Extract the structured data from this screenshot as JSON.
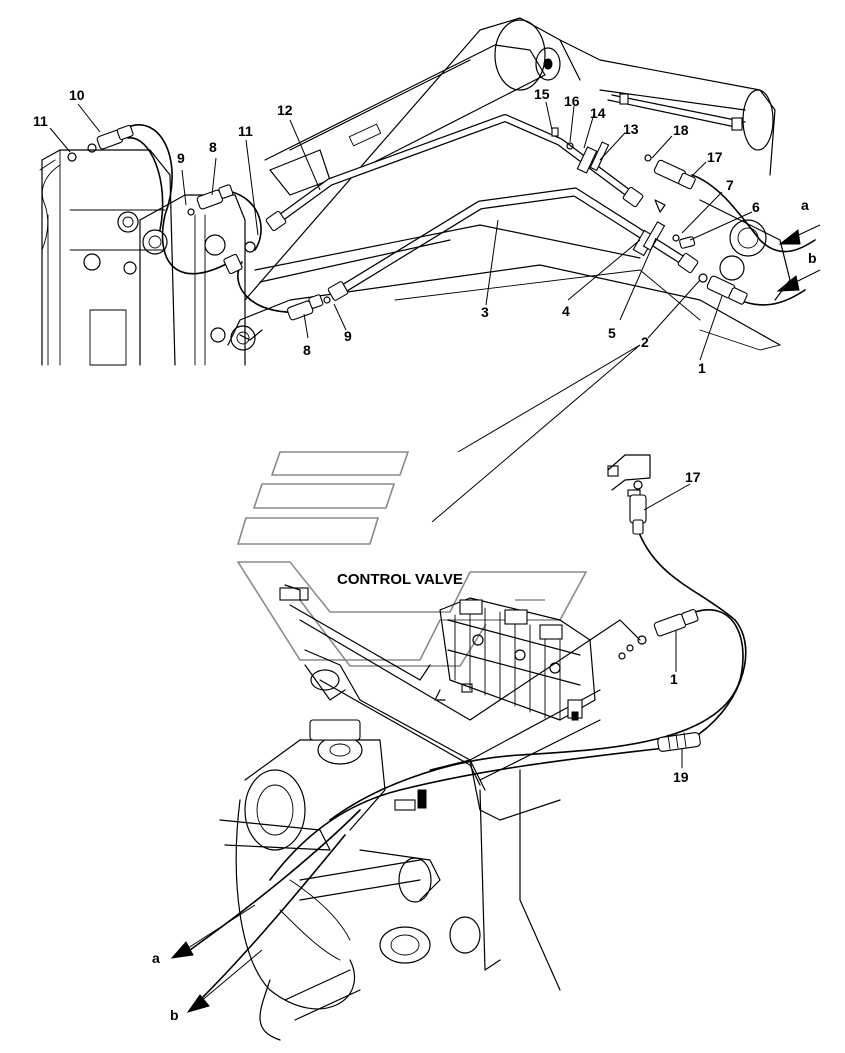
{
  "title": "CONTROL VALVE",
  "callouts": [
    {
      "label": "1"
    },
    {
      "label": "1"
    },
    {
      "label": "2"
    },
    {
      "label": "3"
    },
    {
      "label": "4"
    },
    {
      "label": "5"
    },
    {
      "label": "6"
    },
    {
      "label": "7"
    },
    {
      "label": "8"
    },
    {
      "label": "8"
    },
    {
      "label": "9"
    },
    {
      "label": "9"
    },
    {
      "label": "10"
    },
    {
      "label": "11"
    },
    {
      "label": "11"
    },
    {
      "label": "12"
    },
    {
      "label": "13"
    },
    {
      "label": "14"
    },
    {
      "label": "15"
    },
    {
      "label": "16"
    },
    {
      "label": "17"
    },
    {
      "label": "17"
    },
    {
      "label": "18"
    },
    {
      "label": "19"
    }
  ],
  "connections": [
    {
      "label": "a"
    },
    {
      "label": "b"
    },
    {
      "label": "a"
    },
    {
      "label": "b"
    }
  ]
}
